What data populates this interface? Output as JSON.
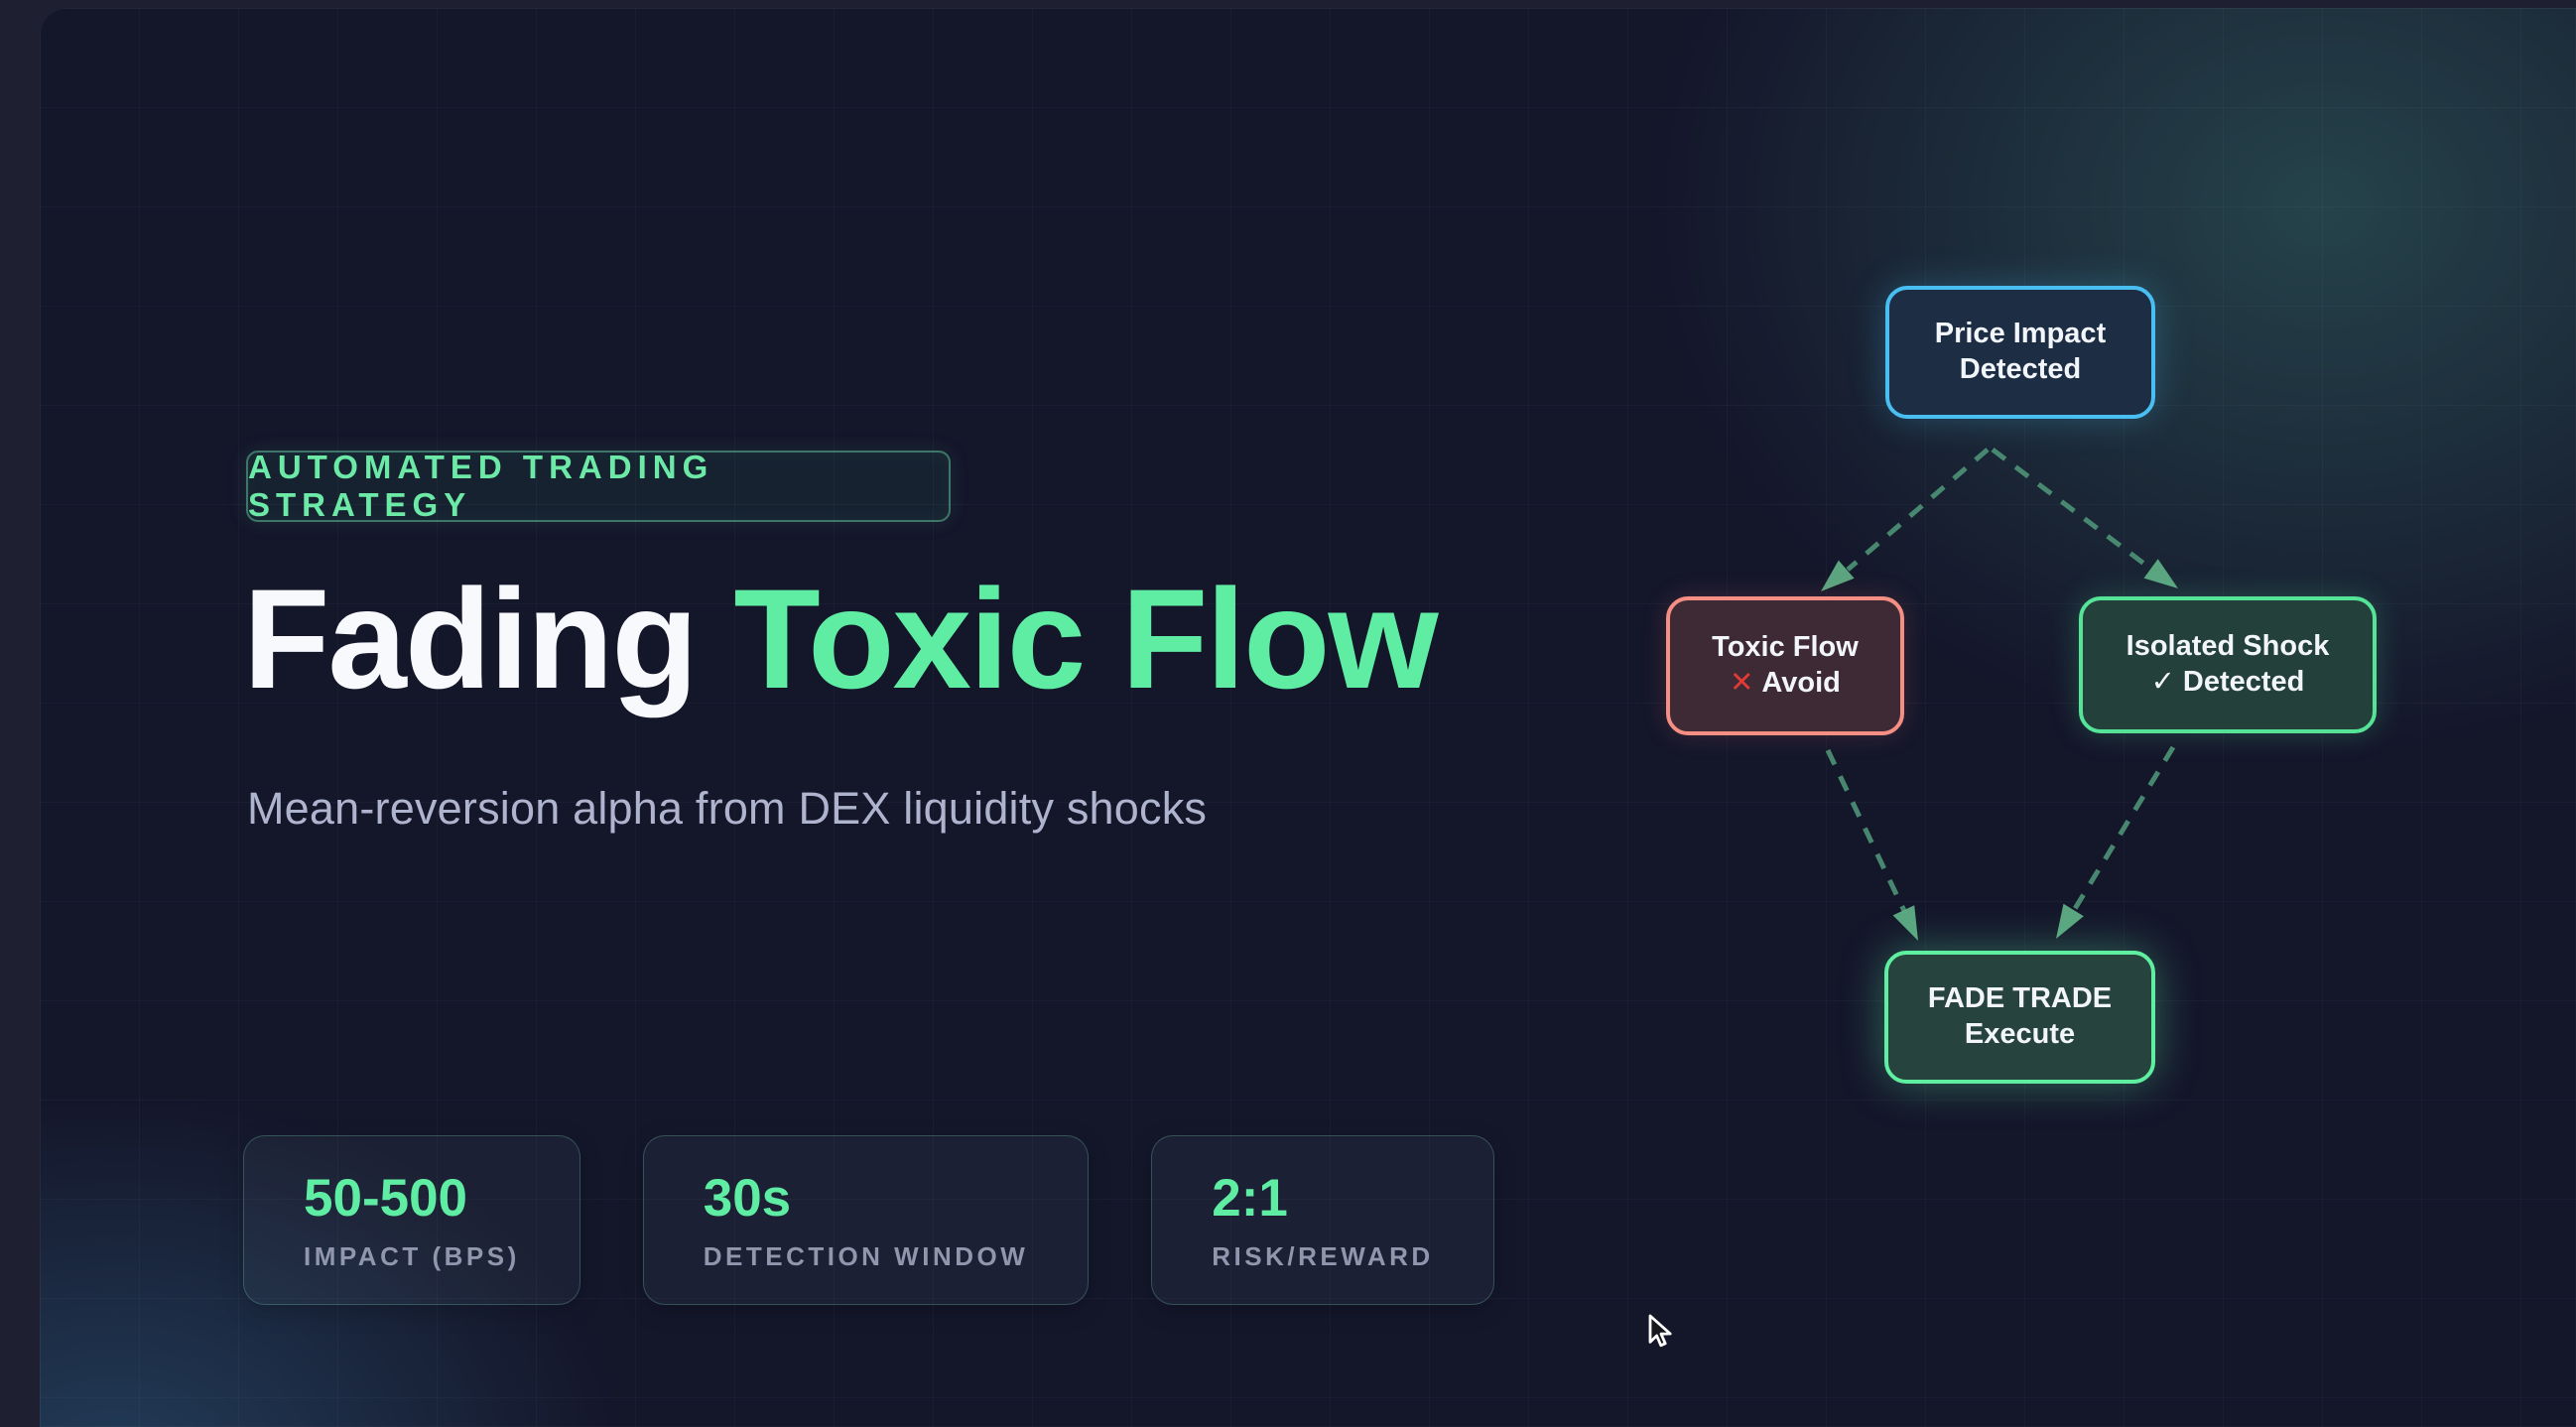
{
  "badge": {
    "label": "AUTOMATED TRADING STRATEGY"
  },
  "title": {
    "white": "Fading",
    "green": "Toxic Flow"
  },
  "subtitle": "Mean-reversion alpha from DEX liquidity shocks",
  "stats": [
    {
      "value": "50-500",
      "label": "IMPACT (BPS)"
    },
    {
      "value": "30s",
      "label": "DETECTION WINDOW"
    },
    {
      "value": "2:1",
      "label": "RISK/REWARD"
    }
  ],
  "diagram": {
    "nodes": {
      "top": {
        "line1": "Price Impact",
        "line2": "Detected"
      },
      "left": {
        "line1": "Toxic Flow",
        "icon": "✕",
        "line2": "Avoid"
      },
      "right": {
        "line1": "Isolated Shock",
        "icon": "✓",
        "line2": "Detected"
      },
      "bottom": {
        "line1": "FADE TRADE",
        "line2": "Execute"
      }
    }
  },
  "colors": {
    "background": "#14162a",
    "accent_green": "#5feda4",
    "accent_blue": "#49bef0",
    "accent_salmon": "#f58e83",
    "x_red": "#e23b35",
    "arrow_green": "#4e9377",
    "subtitle_text": "#aeb4ce",
    "stat_label": "#8f96ad"
  }
}
